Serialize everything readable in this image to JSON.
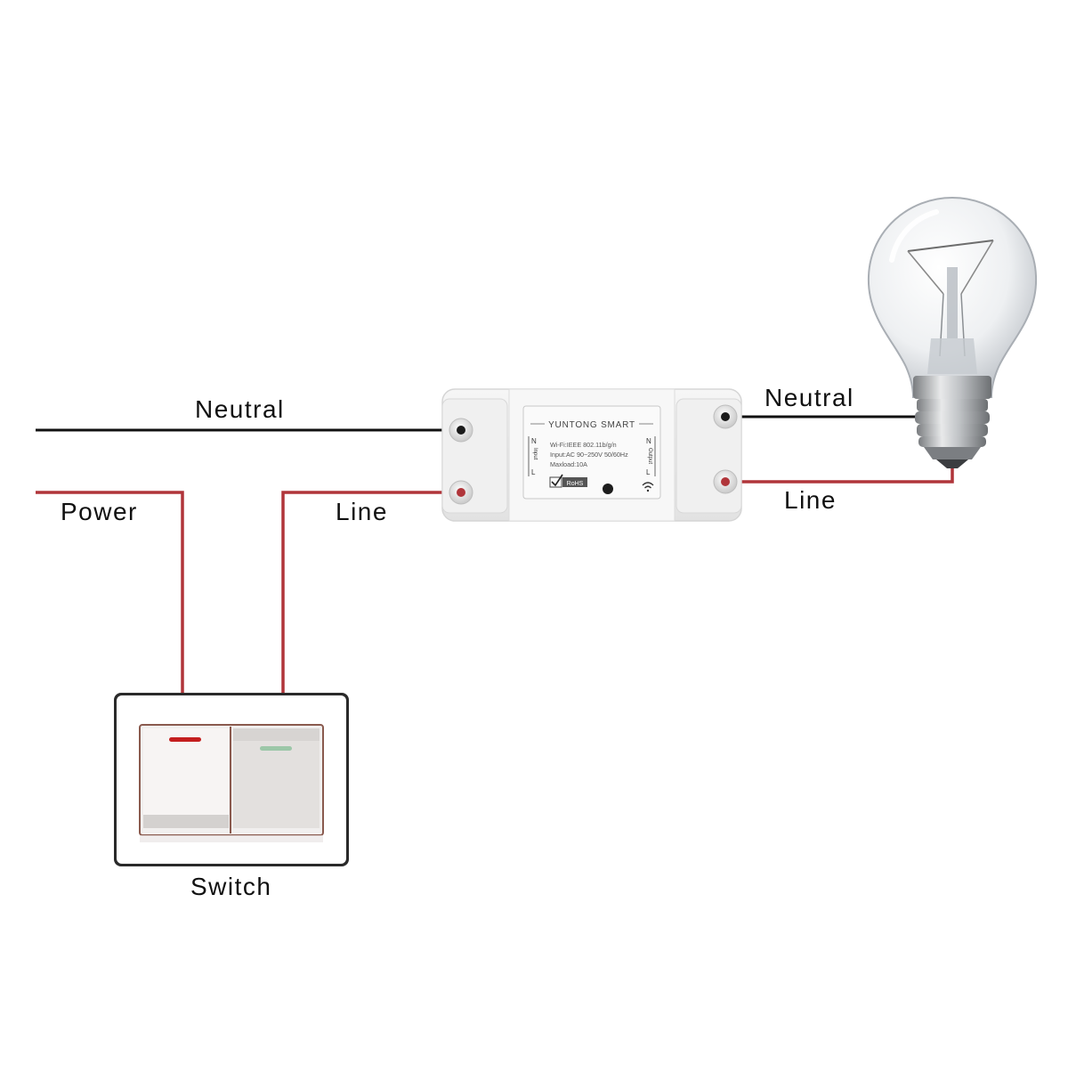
{
  "labels": {
    "neutral_in": "Neutral",
    "power": "Power",
    "line_in": "Line",
    "neutral_out": "Neutral",
    "line_out": "Line",
    "switch": "Switch"
  },
  "module": {
    "brand": "YUNTONG SMART",
    "specs": [
      "Wi-Fi:IEEE 802.11b/g/n",
      "Input:AC 90~250V 50/60Hz",
      "Maxload:10A"
    ],
    "rohs": "RoHS",
    "input_n": "N",
    "input_l": "L",
    "input_label": "Input",
    "output_n": "N",
    "output_l": "L",
    "output_label": "Output"
  },
  "colors": {
    "neutral_wire": "#111111",
    "line_wire": "#b0353a"
  },
  "icons": {
    "wifi": "wifi-icon",
    "bulb": "light-bulb-icon",
    "check": "check-icon"
  }
}
